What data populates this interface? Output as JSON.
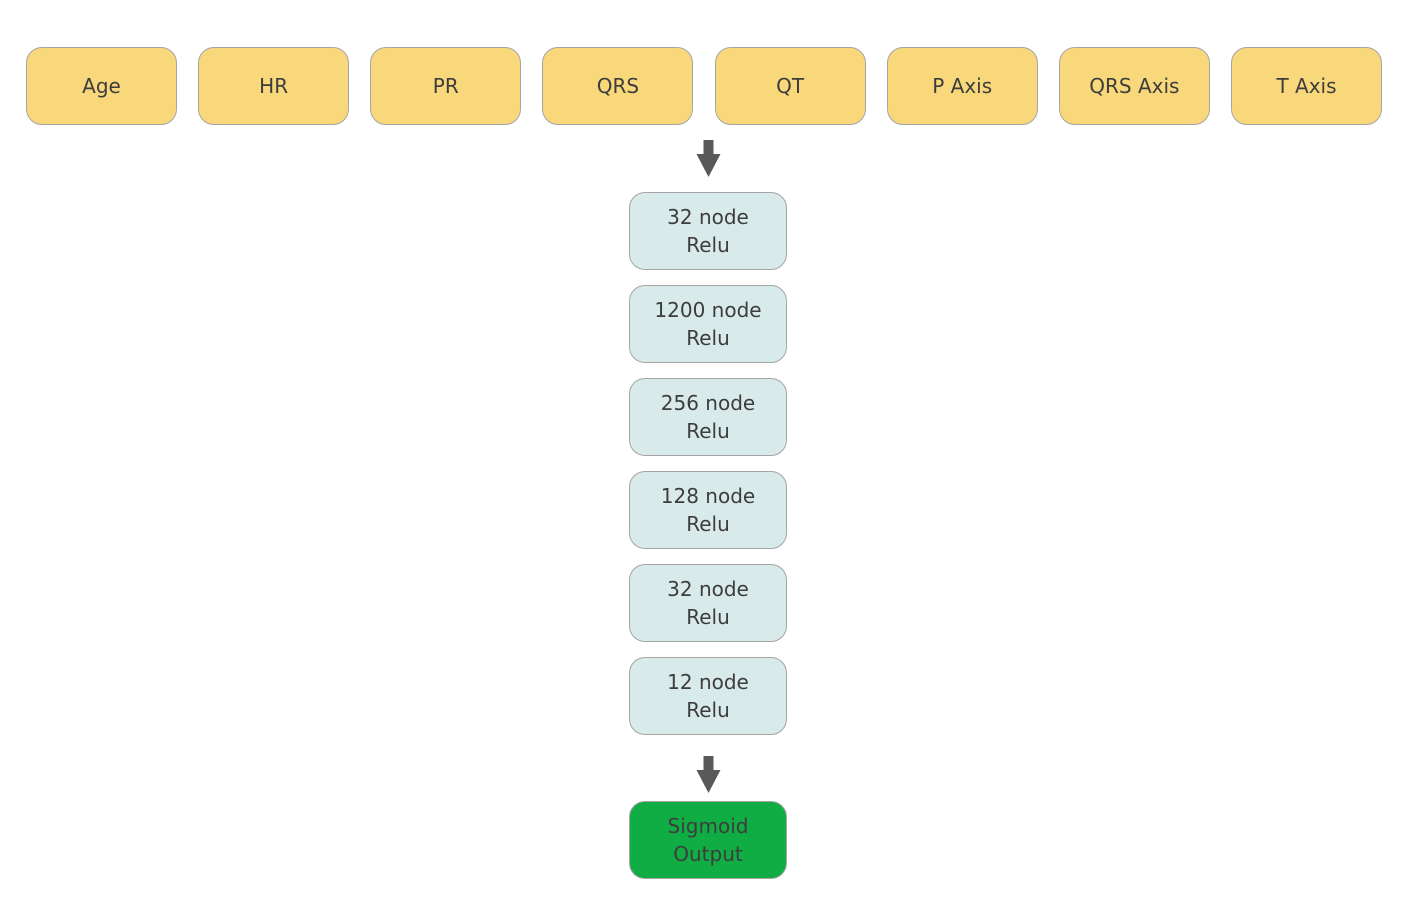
{
  "diagram": {
    "type": "neural-network-architecture-flowchart",
    "input_row": {
      "items": [
        {
          "label": "Age"
        },
        {
          "label": "HR"
        },
        {
          "label": "PR"
        },
        {
          "label": "QRS"
        },
        {
          "label": "QT"
        },
        {
          "label": "P Axis"
        },
        {
          "label": "QRS Axis"
        },
        {
          "label": "T Axis"
        }
      ]
    },
    "hidden_layers": [
      {
        "size": "32 node",
        "activation": "Relu"
      },
      {
        "size": "1200 node",
        "activation": "Relu"
      },
      {
        "size": "256 node",
        "activation": "Relu"
      },
      {
        "size": "128 node",
        "activation": "Relu"
      },
      {
        "size": "32 node",
        "activation": "Relu"
      },
      {
        "size": "12 node",
        "activation": "Relu"
      }
    ],
    "output": {
      "activation": "Sigmoid",
      "label": "Output"
    },
    "icons": {
      "flow_arrow_1": "down-arrow",
      "flow_arrow_2": "down-arrow"
    },
    "colors": {
      "input_fill": "#f9d87b",
      "hidden_fill": "#d8eae9",
      "output_fill": "#10ad44",
      "border": "#a5a5a5",
      "arrow": "#595959",
      "text": "#3d3d3d",
      "background": "#ffffff"
    }
  }
}
